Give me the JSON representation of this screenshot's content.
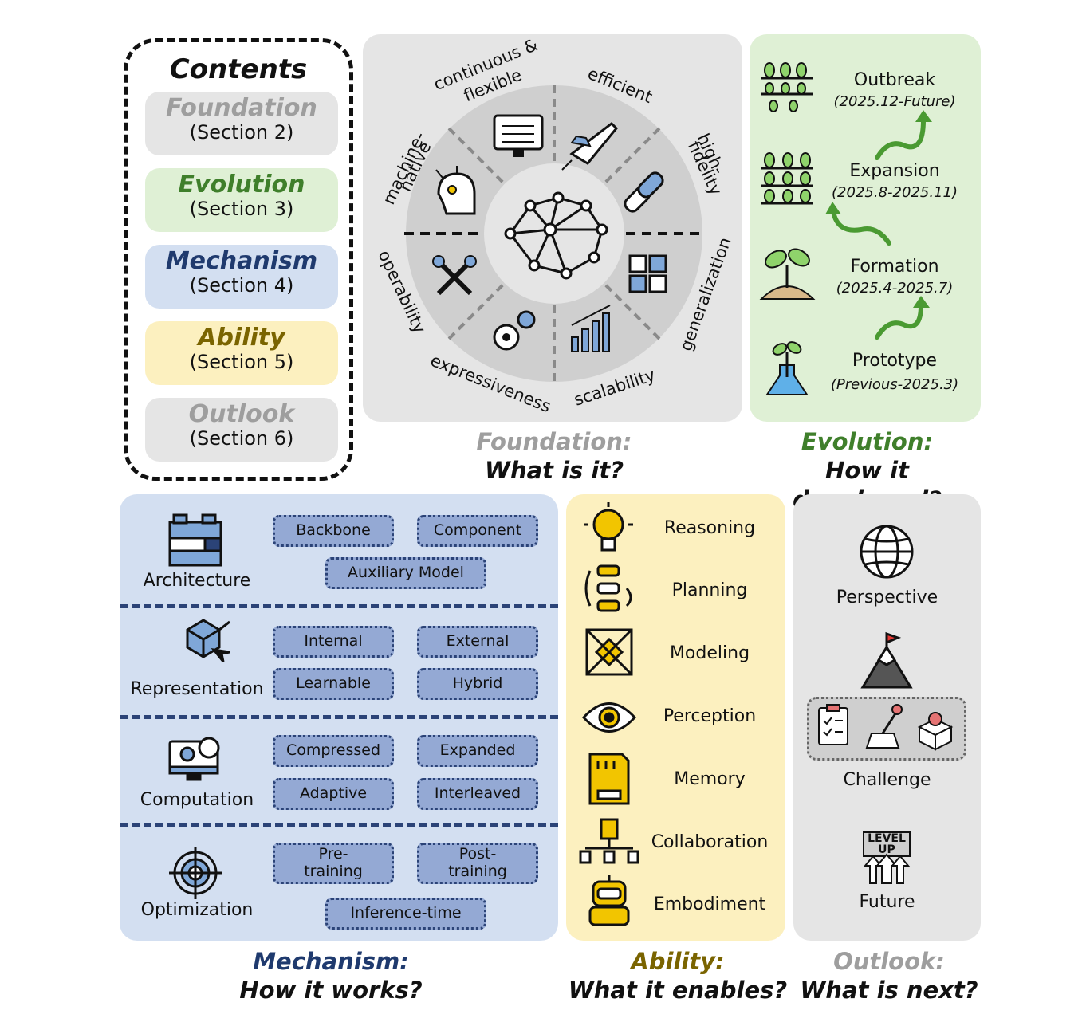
{
  "contents": {
    "title": "Contents",
    "items": [
      {
        "title": "Foundation",
        "section": "(Section 2)",
        "bg": "#e5e5e5",
        "fg": "#9e9e9e"
      },
      {
        "title": "Evolution",
        "section": "(Section 3)",
        "bg": "#dff0d5",
        "fg": "#3f7f2b"
      },
      {
        "title": "Mechanism",
        "section": "(Section 4)",
        "bg": "#d3dff1",
        "fg": "#1f3a6e"
      },
      {
        "title": "Ability",
        "section": "(Section 5)",
        "bg": "#fcf0bf",
        "fg": "#7a6400"
      },
      {
        "title": "Outlook",
        "section": "(Section 6)",
        "bg": "#e5e5e5",
        "fg": "#9e9e9e"
      }
    ]
  },
  "foundation": {
    "wheel_labels": {
      "continuous": "continuous &",
      "flexible": "flexible",
      "efficient": "efficient",
      "high": "high-",
      "fidelity": "fidelity",
      "machine": "machine-",
      "native": "native",
      "operability": "operability",
      "generalization": "generalization",
      "expressiveness": "expressiveness",
      "scalability": "scalability"
    },
    "caption_title": "Foundation:",
    "caption_question": "What is it?"
  },
  "evolution": {
    "stages": [
      {
        "name": "Outbreak",
        "date": "(2025.12-Future)"
      },
      {
        "name": "Expansion",
        "date": "(2025.8-2025.11)"
      },
      {
        "name": "Formation",
        "date": "(2025.4-2025.7)"
      },
      {
        "name": "Prototype",
        "date": "(Previous-2025.3)"
      }
    ],
    "caption_title": "Evolution:",
    "caption_question": "How it developed?"
  },
  "mechanism": {
    "groups": [
      {
        "label": "Architecture",
        "tags": [
          "Backbone",
          "Component",
          "Auxiliary Model"
        ]
      },
      {
        "label": "Representation",
        "tags": [
          "Internal",
          "External",
          "Learnable",
          "Hybrid"
        ]
      },
      {
        "label": "Computation",
        "tags": [
          "Compressed",
          "Expanded",
          "Adaptive",
          "Interleaved"
        ]
      },
      {
        "label": "Optimization",
        "tags": [
          "Pre-\ntraining",
          "Post-\ntraining",
          "Inference-time"
        ]
      }
    ],
    "caption_title": "Mechanism:",
    "caption_question": "How it works?"
  },
  "ability": {
    "items": [
      "Reasoning",
      "Planning",
      "Modeling",
      "Perception",
      "Memory",
      "Collaboration",
      "Embodiment"
    ],
    "caption_title": "Ability:",
    "caption_question": "What it enables?"
  },
  "outlook": {
    "items": [
      "Perspective",
      "Challenge",
      "Future"
    ],
    "level_up_line1": "LEVEL",
    "level_up_line2": "UP",
    "caption_title": "Outlook:",
    "caption_question": "What is next?"
  },
  "colors": {
    "foundation": "#9e9e9e",
    "evolution": "#3f7f2b",
    "mechanism": "#1f3a6e",
    "ability": "#7a6400",
    "outlook": "#9e9e9e",
    "arrow_green": "#4a9a32",
    "tag_fill": "#94a9d4"
  }
}
